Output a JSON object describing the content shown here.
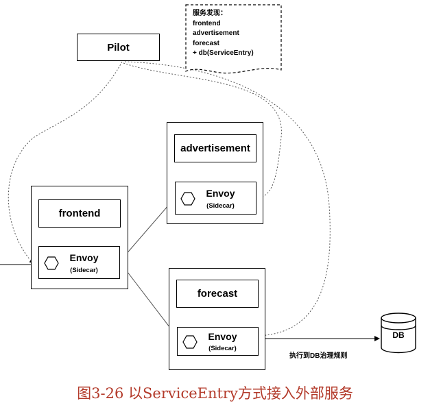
{
  "note": {
    "lines": [
      "服务发现：",
      "frontend",
      "advertisement",
      "forecast",
      "+ db(ServiceEntry)"
    ]
  },
  "pilot": {
    "label": "Pilot"
  },
  "frontend_pod": {
    "app_label": "frontend",
    "envoy_label": "Envoy",
    "sidecar_label": "(Sidecar)"
  },
  "advertisement_pod": {
    "app_label": "advertisement",
    "envoy_label": "Envoy",
    "sidecar_label": "(Sidecar)"
  },
  "forecast_pod": {
    "app_label": "forecast",
    "envoy_label": "Envoy",
    "sidecar_label": "(Sidecar)"
  },
  "db": {
    "label": "DB"
  },
  "db_edge_label": "执行到DB治理规则",
  "caption": "图3-26 以ServiceEntry方式接入外部服务"
}
